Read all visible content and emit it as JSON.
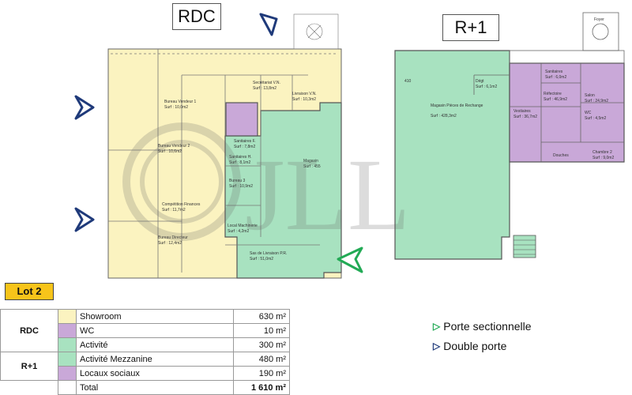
{
  "titles": {
    "rdc": "RDC",
    "r1": "R+1"
  },
  "watermark": "JLL",
  "lot": "Lot 2",
  "colors": {
    "showroom": "#fbf3c0",
    "wc": "#c9a8d8",
    "activite": "#a8e2c0",
    "mezzanine": "#a8e2c0",
    "sociaux": "#c9a8d8"
  },
  "rooms": {
    "livraison_vn": "Livraison V.N.",
    "surf_livraison": "Surf : 10,3m2",
    "secretariat": "Secrétariat V.N.",
    "surf_secretariat": "Surf : 13,8m2",
    "bureau_v1": "Bureau Vendeur 1",
    "surf_bureau_v1": "Surf : 10,0m2",
    "bureau_v2": "Bureau Vendeur 2",
    "surf_bureau_v2": "Surf : 10,6m2",
    "sanitaires_f": "Sanitaires F.",
    "surf_sanitaires_f": "Surf : 7,8m2",
    "sanitaires_h": "Sanitaires H.",
    "surf_sanitaires_h": "Surf : 8,1m2",
    "bureau3": "Bureau 3",
    "surf_bureau3": "Surf : 10,9m2",
    "magasin": "Magasin",
    "surf_magasin": "Surf : 455",
    "competition": "Compétition Finances",
    "surf_competition": "Surf : 11,7m2",
    "local_mach": "Local Machinerie",
    "surf_local_mach": "Surf : 4,2m2",
    "bureau_dir": "Bureau Directeur",
    "surf_bureau_dir": "Surf : 12,4m2",
    "sas": "Sas de Livraison P.R.",
    "surf_sas": "Surf : 51,0m2",
    "magasin_pieces": "Magasin Pièces de Rechange",
    "surf_magasin_pieces": "Surf : 428,3m2",
    "degt": "Dégt",
    "surf_degt": "Surf : 6,1m2",
    "sanitaires_r1": "Sanitaires",
    "surf_sanitaires_r1": "Surf : 6,0m2",
    "refectoire": "Réfectoire",
    "surf_refectoire": "Surf : 46,9m2",
    "salon": "Salon",
    "surf_salon": "Surf : 24,9m2",
    "vestiaires": "Vestiaires",
    "surf_vestiaires": "Surf : 36,7m2",
    "wc_r1": "WC",
    "surf_wc_r1": "Surf : 4,5m2",
    "douches": "Douches",
    "chambre": "Chambre 2",
    "surf_chambre": "Surf : 9,0m2",
    "foyer": "Foyer",
    "num_410": "410"
  },
  "legend": {
    "rows": [
      {
        "level": "RDC",
        "label": "Showroom",
        "value": "630 m²",
        "color": "#fbf3c0"
      },
      {
        "level": "",
        "label": "WC",
        "value": "10 m²",
        "color": "#c9a8d8"
      },
      {
        "level": "",
        "label": "Activité",
        "value": "300 m²",
        "color": "#a8e2c0"
      },
      {
        "level": "R+1",
        "label": "Activité Mezzanine",
        "value": "480 m²",
        "color": "#a8e2c0"
      },
      {
        "level": "",
        "label": "Locaux sociaux",
        "value": "190 m²",
        "color": "#c9a8d8"
      }
    ],
    "total_label": "Total",
    "total_value": "1 610 m²"
  },
  "doors": {
    "sectionnelle": "Porte sectionnelle",
    "double": "Double porte",
    "sectionnelle_color": "#22aa55",
    "double_color": "#1f3a7a"
  }
}
